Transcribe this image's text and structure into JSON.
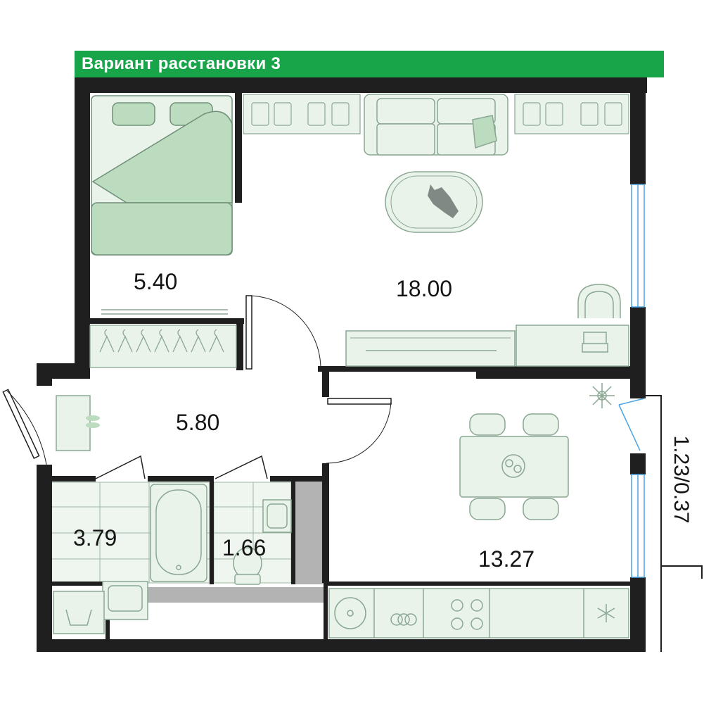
{
  "header": {
    "title": "Вариант расстановки 3"
  },
  "rooms": {
    "bedroom": {
      "area": "5.40"
    },
    "living": {
      "area": "18.00"
    },
    "hall": {
      "area": "5.80"
    },
    "bathroom": {
      "area": "3.79"
    },
    "toilet": {
      "area": "1.66"
    },
    "kitchen": {
      "area": "13.27"
    }
  },
  "balcony": {
    "area": "1.23/0.37"
  },
  "colors": {
    "accent": "#18a54a",
    "wall": "#1f1f1f",
    "furniture_fill": "#e9f3ea",
    "furniture_fill_dark": "#bcdcc0",
    "furniture_stroke": "#8aa792",
    "window": "#4aa3e0",
    "tile_fill": "#eef6ef",
    "concrete": "#b3b3b3"
  },
  "icons": [
    "bed-icon",
    "sofa-icon",
    "rug-cat-icon",
    "shirts-icon",
    "hanger-icon",
    "armchair-icon",
    "tv-stand-icon",
    "dining-table-icon",
    "chair-icon",
    "bathtub-icon",
    "washbasin-icon",
    "toilet-icon",
    "washing-machine-icon",
    "sink-icon",
    "stove-icon",
    "fridge-snowflake-icon",
    "plant-icon",
    "doormat-icon"
  ]
}
